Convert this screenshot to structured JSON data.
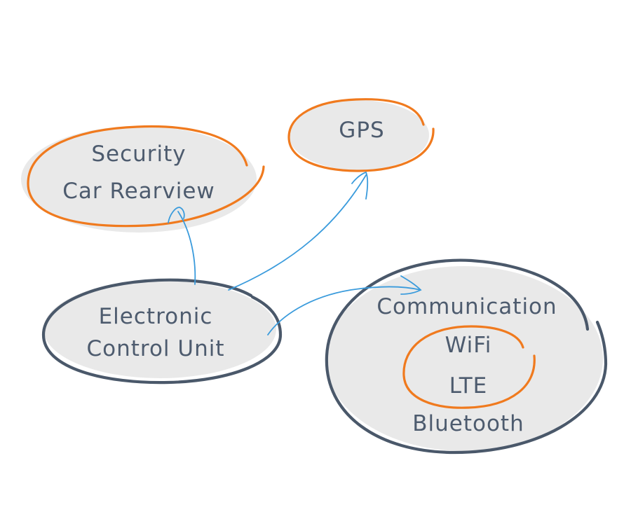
{
  "nodes": {
    "security": {
      "line1": "Security",
      "line2": "Car Rearview"
    },
    "gps": {
      "label": "GPS"
    },
    "ecu": {
      "line1": "Electronic",
      "line2": "Control Unit"
    },
    "communication": {
      "label": "Communication",
      "items": [
        "WiFi",
        "LTE",
        "Bluetooth"
      ]
    }
  },
  "edges": [
    {
      "from": "Electronic Control Unit",
      "to": "Security Car Rearview"
    },
    {
      "from": "Electronic Control Unit",
      "to": "GPS"
    },
    {
      "from": "Electronic Control Unit",
      "to": "Communication"
    }
  ],
  "colors": {
    "fill": "#e9e9e9",
    "orange_outline": "#f07a1e",
    "slate_outline": "#4a586a",
    "arrow": "#3a9bdc",
    "text": "#4d5b6e"
  }
}
